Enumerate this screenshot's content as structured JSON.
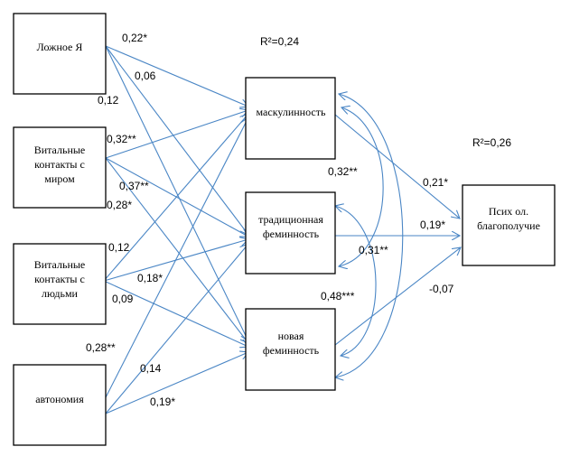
{
  "nodes": {
    "false_self": [
      "Ложное Я"
    ],
    "vital_world": [
      "Витальные",
      "контакты с",
      "миром"
    ],
    "vital_people": [
      "Витальные",
      "контакты с",
      "людьми"
    ],
    "autonomy": [
      "автономия"
    ],
    "masculinity": [
      "маскулинность"
    ],
    "trad_fem": [
      "традиционная",
      "феминность"
    ],
    "new_fem": [
      "новая",
      "феминность"
    ],
    "wellbeing": [
      "Псих ол.",
      "благополучие"
    ]
  },
  "r2": {
    "middle": "R²=0,24",
    "outcome": "R²=0,26"
  },
  "coefficients": {
    "fs_1": "0,22*",
    "fs_2": "0,06",
    "fs_3": "0,12",
    "vw_1": "0,32**",
    "vw_2": "0,37**",
    "vw_3": "0,28*",
    "vp_1": "0,12",
    "vp_2": "0,18*",
    "vp_3": "0,09",
    "au_1": "0,28**",
    "au_2": "0,14",
    "au_3": "0,19*",
    "corr_masc_trad": "0,32**",
    "corr_trad_new": "0,31**",
    "corr_masc_new": "0,48***",
    "masc_wb": "0,21*",
    "trad_wb": "0,19*",
    "new_wb": "-0,07"
  },
  "colors": {
    "arrow": "#4a86c5",
    "box_border": "#000000"
  }
}
